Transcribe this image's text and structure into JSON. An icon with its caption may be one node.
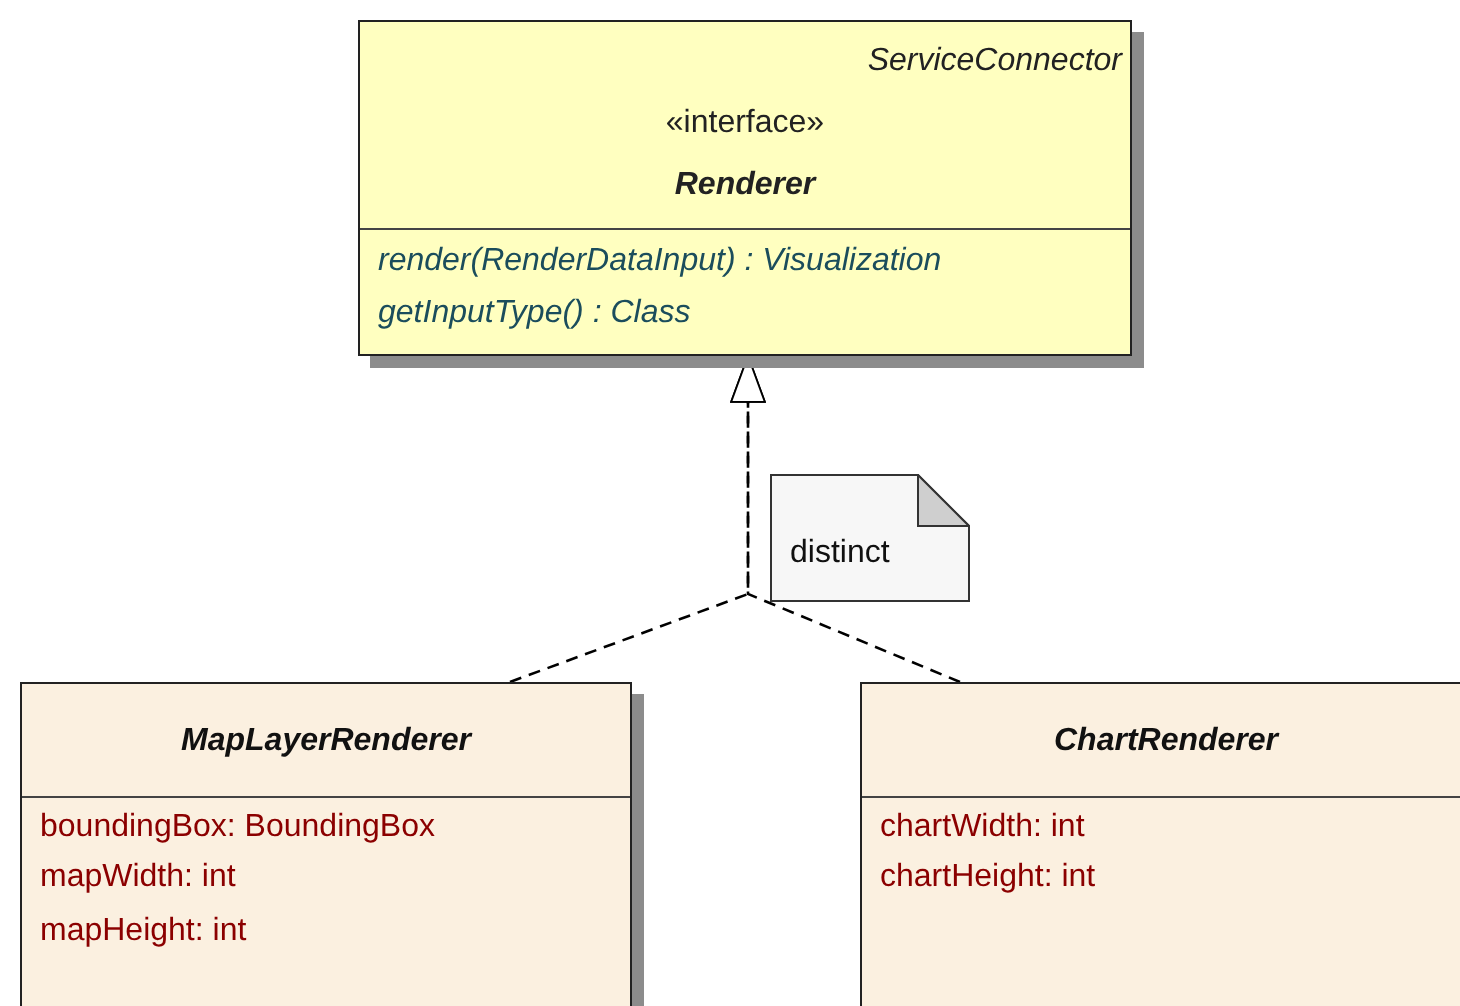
{
  "diagram": {
    "nodes": [
      {
        "text": [
          "ServiceConnector",
          "«interface»",
          "Renderer",
          "render(RenderDataInput) : Visualization",
          "getInputType() : Class"
        ]
      },
      {
        "text": [
          "distinct"
        ]
      },
      {
        "text": [
          "MapLayerRenderer",
          "boundingBox: BoundingBox",
          "mapWidth: int",
          "mapHeight: int"
        ]
      },
      {
        "text": [
          "ChartRenderer",
          "chartWidth: int",
          "chartHeight: int"
        ]
      }
    ],
    "edges": [
      {
        "from": 2,
        "to": 0,
        "arrow": "to",
        "style": "dashed"
      },
      {
        "from": 3,
        "to": 0,
        "arrow": "to",
        "style": "dashed"
      }
    ]
  }
}
